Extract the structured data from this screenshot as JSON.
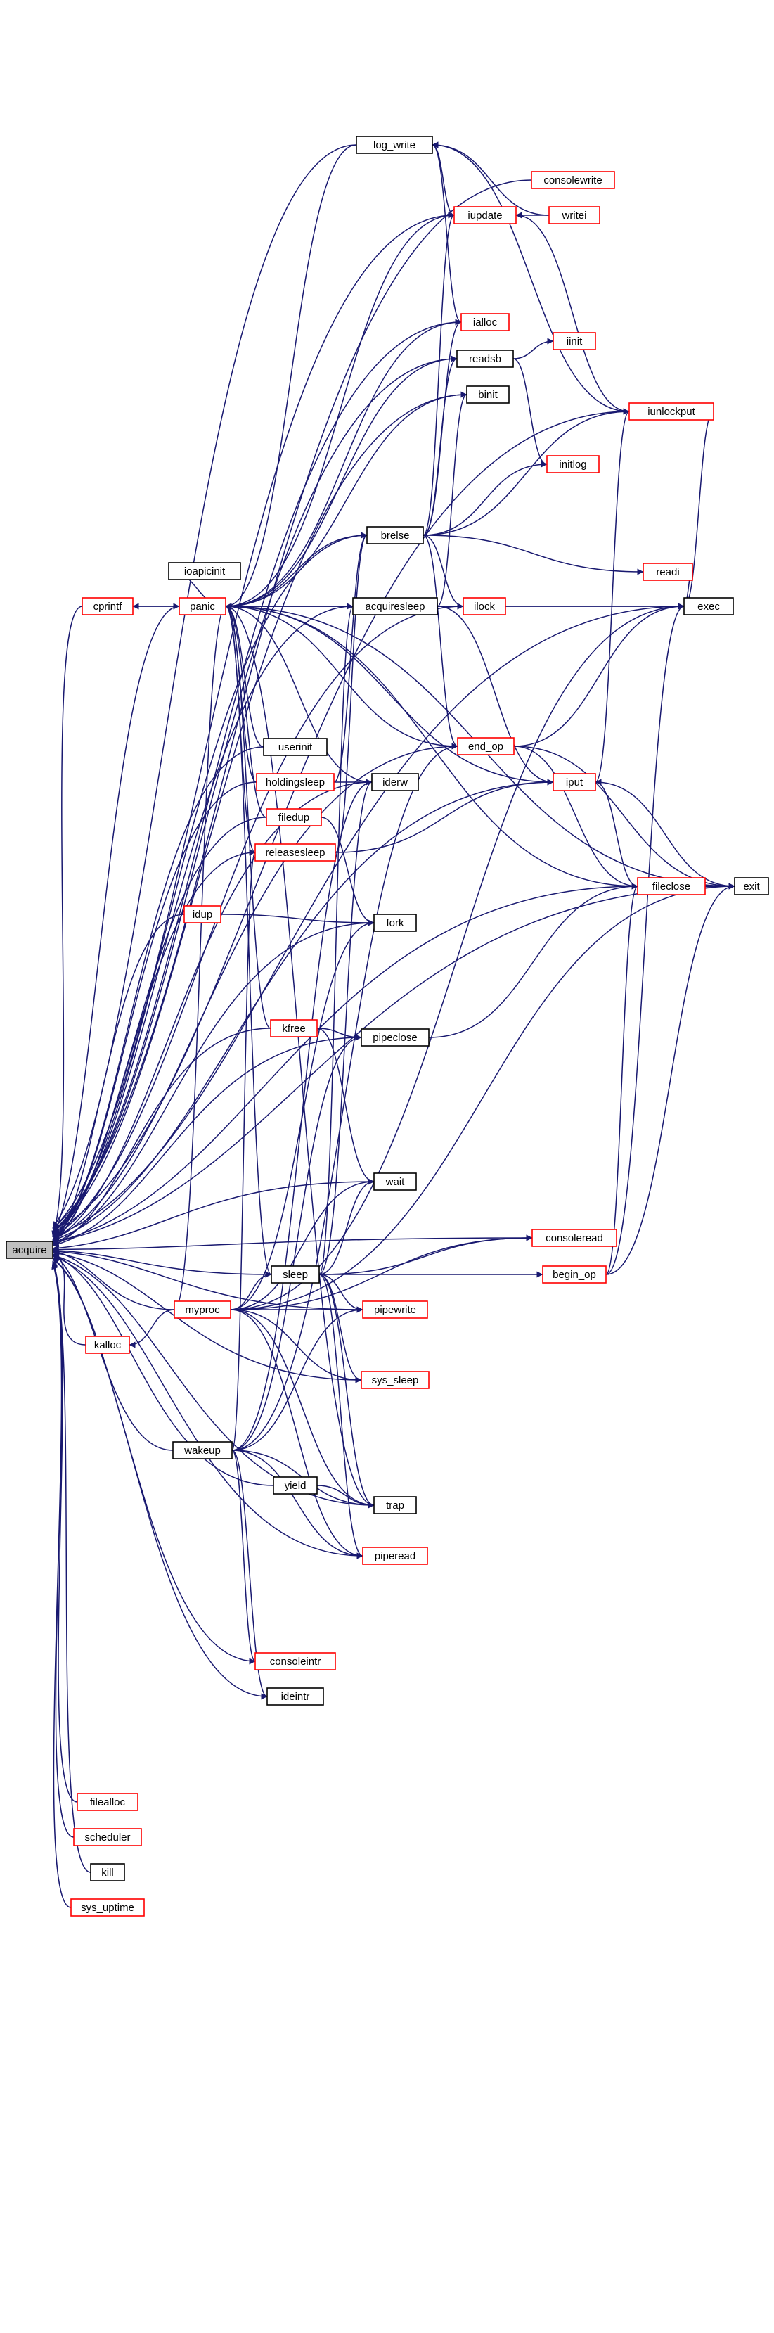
{
  "graph": {
    "nodes": [
      {
        "id": "acquire",
        "label": "acquire",
        "style": "root"
      },
      {
        "id": "log_write",
        "label": "log_write",
        "style": "black"
      },
      {
        "id": "consolewrite",
        "label": "consolewrite",
        "style": "red"
      },
      {
        "id": "iupdate",
        "label": "iupdate",
        "style": "red"
      },
      {
        "id": "writei",
        "label": "writei",
        "style": "red"
      },
      {
        "id": "ialloc",
        "label": "ialloc",
        "style": "red"
      },
      {
        "id": "iinit",
        "label": "iinit",
        "style": "red"
      },
      {
        "id": "readsb",
        "label": "readsb",
        "style": "black"
      },
      {
        "id": "binit",
        "label": "binit",
        "style": "black"
      },
      {
        "id": "iunlockput",
        "label": "iunlockput",
        "style": "red"
      },
      {
        "id": "initlog",
        "label": "initlog",
        "style": "red"
      },
      {
        "id": "brelse",
        "label": "brelse",
        "style": "black"
      },
      {
        "id": "readi",
        "label": "readi",
        "style": "red"
      },
      {
        "id": "ioapicinit",
        "label": "ioapicinit",
        "style": "black"
      },
      {
        "id": "cprintf",
        "label": "cprintf",
        "style": "red"
      },
      {
        "id": "panic",
        "label": "panic",
        "style": "red"
      },
      {
        "id": "acquiresleep",
        "label": "acquiresleep",
        "style": "black"
      },
      {
        "id": "ilock",
        "label": "ilock",
        "style": "red"
      },
      {
        "id": "exec",
        "label": "exec",
        "style": "black"
      },
      {
        "id": "end_op",
        "label": "end_op",
        "style": "red"
      },
      {
        "id": "iput",
        "label": "iput",
        "style": "red"
      },
      {
        "id": "userinit",
        "label": "userinit",
        "style": "black"
      },
      {
        "id": "holdingsleep",
        "label": "holdingsleep",
        "style": "red"
      },
      {
        "id": "iderw",
        "label": "iderw",
        "style": "black"
      },
      {
        "id": "filedup",
        "label": "filedup",
        "style": "red"
      },
      {
        "id": "fileclose",
        "label": "fileclose",
        "style": "red"
      },
      {
        "id": "exit",
        "label": "exit",
        "style": "black"
      },
      {
        "id": "releasesleep",
        "label": "releasesleep",
        "style": "red"
      },
      {
        "id": "idup",
        "label": "idup",
        "style": "red"
      },
      {
        "id": "fork",
        "label": "fork",
        "style": "black"
      },
      {
        "id": "kfree",
        "label": "kfree",
        "style": "red"
      },
      {
        "id": "pipeclose",
        "label": "pipeclose",
        "style": "black"
      },
      {
        "id": "wait",
        "label": "wait",
        "style": "black"
      },
      {
        "id": "consoleread",
        "label": "consoleread",
        "style": "red"
      },
      {
        "id": "sleep",
        "label": "sleep",
        "style": "black"
      },
      {
        "id": "begin_op",
        "label": "begin_op",
        "style": "red"
      },
      {
        "id": "myproc",
        "label": "myproc",
        "style": "red"
      },
      {
        "id": "pipewrite",
        "label": "pipewrite",
        "style": "red"
      },
      {
        "id": "kalloc",
        "label": "kalloc",
        "style": "red"
      },
      {
        "id": "sys_sleep",
        "label": "sys_sleep",
        "style": "red"
      },
      {
        "id": "wakeup",
        "label": "wakeup",
        "style": "black"
      },
      {
        "id": "yield",
        "label": "yield",
        "style": "black"
      },
      {
        "id": "trap",
        "label": "trap",
        "style": "black"
      },
      {
        "id": "piperead",
        "label": "piperead",
        "style": "red"
      },
      {
        "id": "consoleintr",
        "label": "consoleintr",
        "style": "red"
      },
      {
        "id": "ideintr",
        "label": "ideintr",
        "style": "black"
      },
      {
        "id": "filealloc",
        "label": "filealloc",
        "style": "red"
      },
      {
        "id": "scheduler",
        "label": "scheduler",
        "style": "red"
      },
      {
        "id": "kill",
        "label": "kill",
        "style": "black"
      },
      {
        "id": "sys_uptime",
        "label": "sys_uptime",
        "style": "red"
      }
    ],
    "edges": [
      [
        "log_write",
        "acquire"
      ],
      [
        "consolewrite",
        "acquire"
      ],
      [
        "iupdate",
        "acquire"
      ],
      [
        "ialloc",
        "acquire"
      ],
      [
        "readsb",
        "acquire"
      ],
      [
        "binit",
        "acquire"
      ],
      [
        "iunlockput",
        "acquire"
      ],
      [
        "cprintf",
        "acquire"
      ],
      [
        "panic",
        "acquire"
      ],
      [
        "brelse",
        "acquire"
      ],
      [
        "acquiresleep",
        "acquire"
      ],
      [
        "ilock",
        "acquire"
      ],
      [
        "exec",
        "acquire"
      ],
      [
        "end_op",
        "acquire"
      ],
      [
        "userinit",
        "acquire"
      ],
      [
        "holdingsleep",
        "acquire"
      ],
      [
        "iderw",
        "acquire"
      ],
      [
        "filedup",
        "acquire"
      ],
      [
        "releasesleep",
        "acquire"
      ],
      [
        "idup",
        "acquire"
      ],
      [
        "fork",
        "acquire"
      ],
      [
        "kfree",
        "acquire"
      ],
      [
        "pipeclose",
        "acquire"
      ],
      [
        "fileclose",
        "acquire"
      ],
      [
        "wait",
        "acquire"
      ],
      [
        "sleep",
        "acquire"
      ],
      [
        "myproc",
        "acquire"
      ],
      [
        "pipewrite",
        "acquire"
      ],
      [
        "kalloc",
        "acquire"
      ],
      [
        "sys_sleep",
        "acquire"
      ],
      [
        "wakeup",
        "acquire"
      ],
      [
        "yield",
        "acquire"
      ],
      [
        "trap",
        "acquire"
      ],
      [
        "piperead",
        "acquire"
      ],
      [
        "consoleintr",
        "acquire"
      ],
      [
        "ideintr",
        "acquire"
      ],
      [
        "consoleread",
        "acquire"
      ],
      [
        "iput",
        "acquire"
      ],
      [
        "exit",
        "acquire"
      ],
      [
        "filealloc",
        "acquire"
      ],
      [
        "scheduler",
        "acquire"
      ],
      [
        "kill",
        "acquire"
      ],
      [
        "sys_uptime",
        "acquire"
      ],
      [
        "panic",
        "cprintf"
      ],
      [
        "cprintf",
        "panic"
      ],
      [
        "ioapicinit",
        "panic"
      ],
      [
        "log_write",
        "panic"
      ],
      [
        "iupdate",
        "panic"
      ],
      [
        "ialloc",
        "panic"
      ],
      [
        "readsb",
        "panic"
      ],
      [
        "binit",
        "panic"
      ],
      [
        "brelse",
        "panic"
      ],
      [
        "acquiresleep",
        "panic"
      ],
      [
        "ilock",
        "panic"
      ],
      [
        "exec",
        "panic"
      ],
      [
        "end_op",
        "panic"
      ],
      [
        "iput",
        "panic"
      ],
      [
        "userinit",
        "panic"
      ],
      [
        "holdingsleep",
        "panic"
      ],
      [
        "iderw",
        "panic"
      ],
      [
        "filedup",
        "panic"
      ],
      [
        "releasesleep",
        "panic"
      ],
      [
        "fileclose",
        "panic"
      ],
      [
        "kfree",
        "panic"
      ],
      [
        "sleep",
        "panic"
      ],
      [
        "myproc",
        "panic"
      ],
      [
        "trap",
        "panic"
      ],
      [
        "exit",
        "panic"
      ],
      [
        "iupdate",
        "log_write"
      ],
      [
        "writei",
        "log_write"
      ],
      [
        "ialloc",
        "log_write"
      ],
      [
        "iunlockput",
        "log_write"
      ],
      [
        "writei",
        "iupdate"
      ],
      [
        "iunlockput",
        "iupdate"
      ],
      [
        "readsb",
        "iinit"
      ],
      [
        "readsb",
        "initlog"
      ],
      [
        "brelse",
        "readsb"
      ],
      [
        "brelse",
        "ialloc"
      ],
      [
        "brelse",
        "iupdate"
      ],
      [
        "brelse",
        "initlog"
      ],
      [
        "brelse",
        "readi"
      ],
      [
        "brelse",
        "iunlockput"
      ],
      [
        "brelse",
        "ilock"
      ],
      [
        "brelse",
        "end_op"
      ],
      [
        "readi",
        "exec"
      ],
      [
        "ilock",
        "exec"
      ],
      [
        "iunlockput",
        "exec"
      ],
      [
        "iunlockput",
        "iput"
      ],
      [
        "acquiresleep",
        "ilock"
      ],
      [
        "acquiresleep",
        "binit"
      ],
      [
        "acquiresleep",
        "iput"
      ],
      [
        "end_op",
        "exec"
      ],
      [
        "end_op",
        "fileclose"
      ],
      [
        "end_op",
        "exit"
      ],
      [
        "iput",
        "fileclose"
      ],
      [
        "iput",
        "exit"
      ],
      [
        "fileclose",
        "exit"
      ],
      [
        "holdingsleep",
        "iderw"
      ],
      [
        "holdingsleep",
        "brelse"
      ],
      [
        "releasesleep",
        "brelse"
      ],
      [
        "releasesleep",
        "iput"
      ],
      [
        "filedup",
        "fork"
      ],
      [
        "idup",
        "fork"
      ],
      [
        "kfree",
        "pipeclose"
      ],
      [
        "kfree",
        "wait"
      ],
      [
        "pipeclose",
        "fileclose"
      ],
      [
        "sleep",
        "wait"
      ],
      [
        "sleep",
        "consoleread"
      ],
      [
        "sleep",
        "begin_op"
      ],
      [
        "sleep",
        "pipewrite"
      ],
      [
        "sleep",
        "sys_sleep"
      ],
      [
        "sleep",
        "trap"
      ],
      [
        "sleep",
        "piperead"
      ],
      [
        "sleep",
        "iderw"
      ],
      [
        "sleep",
        "acquiresleep"
      ],
      [
        "begin_op",
        "exec"
      ],
      [
        "begin_op",
        "exit"
      ],
      [
        "begin_op",
        "fileclose"
      ],
      [
        "myproc",
        "kalloc"
      ],
      [
        "myproc",
        "pipewrite"
      ],
      [
        "myproc",
        "sys_sleep"
      ],
      [
        "myproc",
        "exit"
      ],
      [
        "myproc",
        "exec"
      ],
      [
        "myproc",
        "fork"
      ],
      [
        "myproc",
        "wait"
      ],
      [
        "myproc",
        "trap"
      ],
      [
        "myproc",
        "sleep"
      ],
      [
        "myproc",
        "piperead"
      ],
      [
        "myproc",
        "consoleread"
      ],
      [
        "wakeup",
        "pipewrite"
      ],
      [
        "wakeup",
        "end_op"
      ],
      [
        "wakeup",
        "trap"
      ],
      [
        "wakeup",
        "piperead"
      ],
      [
        "wakeup",
        "consoleintr"
      ],
      [
        "wakeup",
        "ideintr"
      ],
      [
        "wakeup",
        "releasesleep"
      ],
      [
        "wakeup",
        "pipeclose"
      ],
      [
        "yield",
        "trap"
      ],
      [
        "wakeup",
        "iderw"
      ]
    ]
  }
}
